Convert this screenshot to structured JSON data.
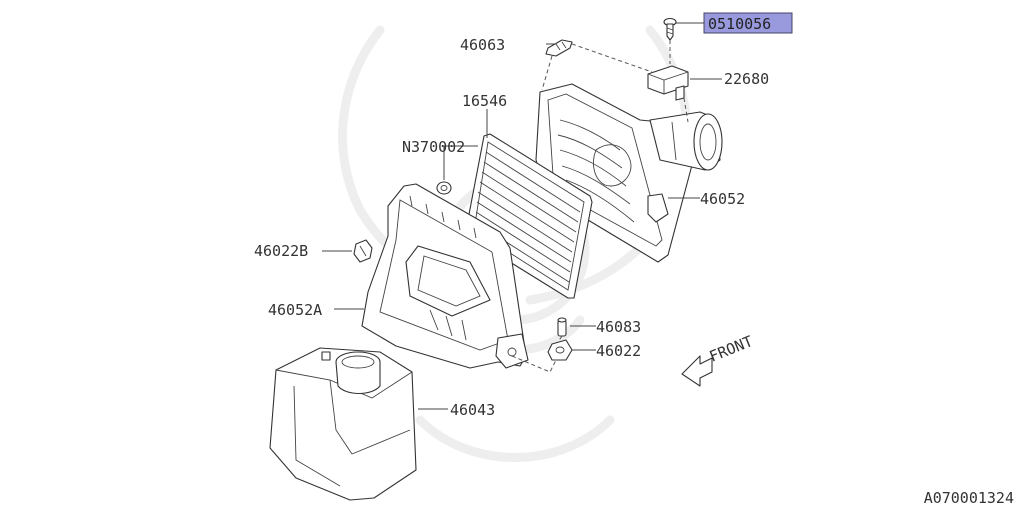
{
  "diagram": {
    "doc_id": "A070001324",
    "front_label": "FRONT",
    "highlight_color": "#9999dd",
    "labels": {
      "p0510056": "0510056",
      "p46063": "46063",
      "p22680": "22680",
      "p16546": "16546",
      "pN370002": "N370002",
      "p46052": "46052",
      "p46022B": "46022B",
      "p46052A": "46052A",
      "p46083": "46083",
      "p46022": "46022",
      "p46043": "46043"
    }
  }
}
